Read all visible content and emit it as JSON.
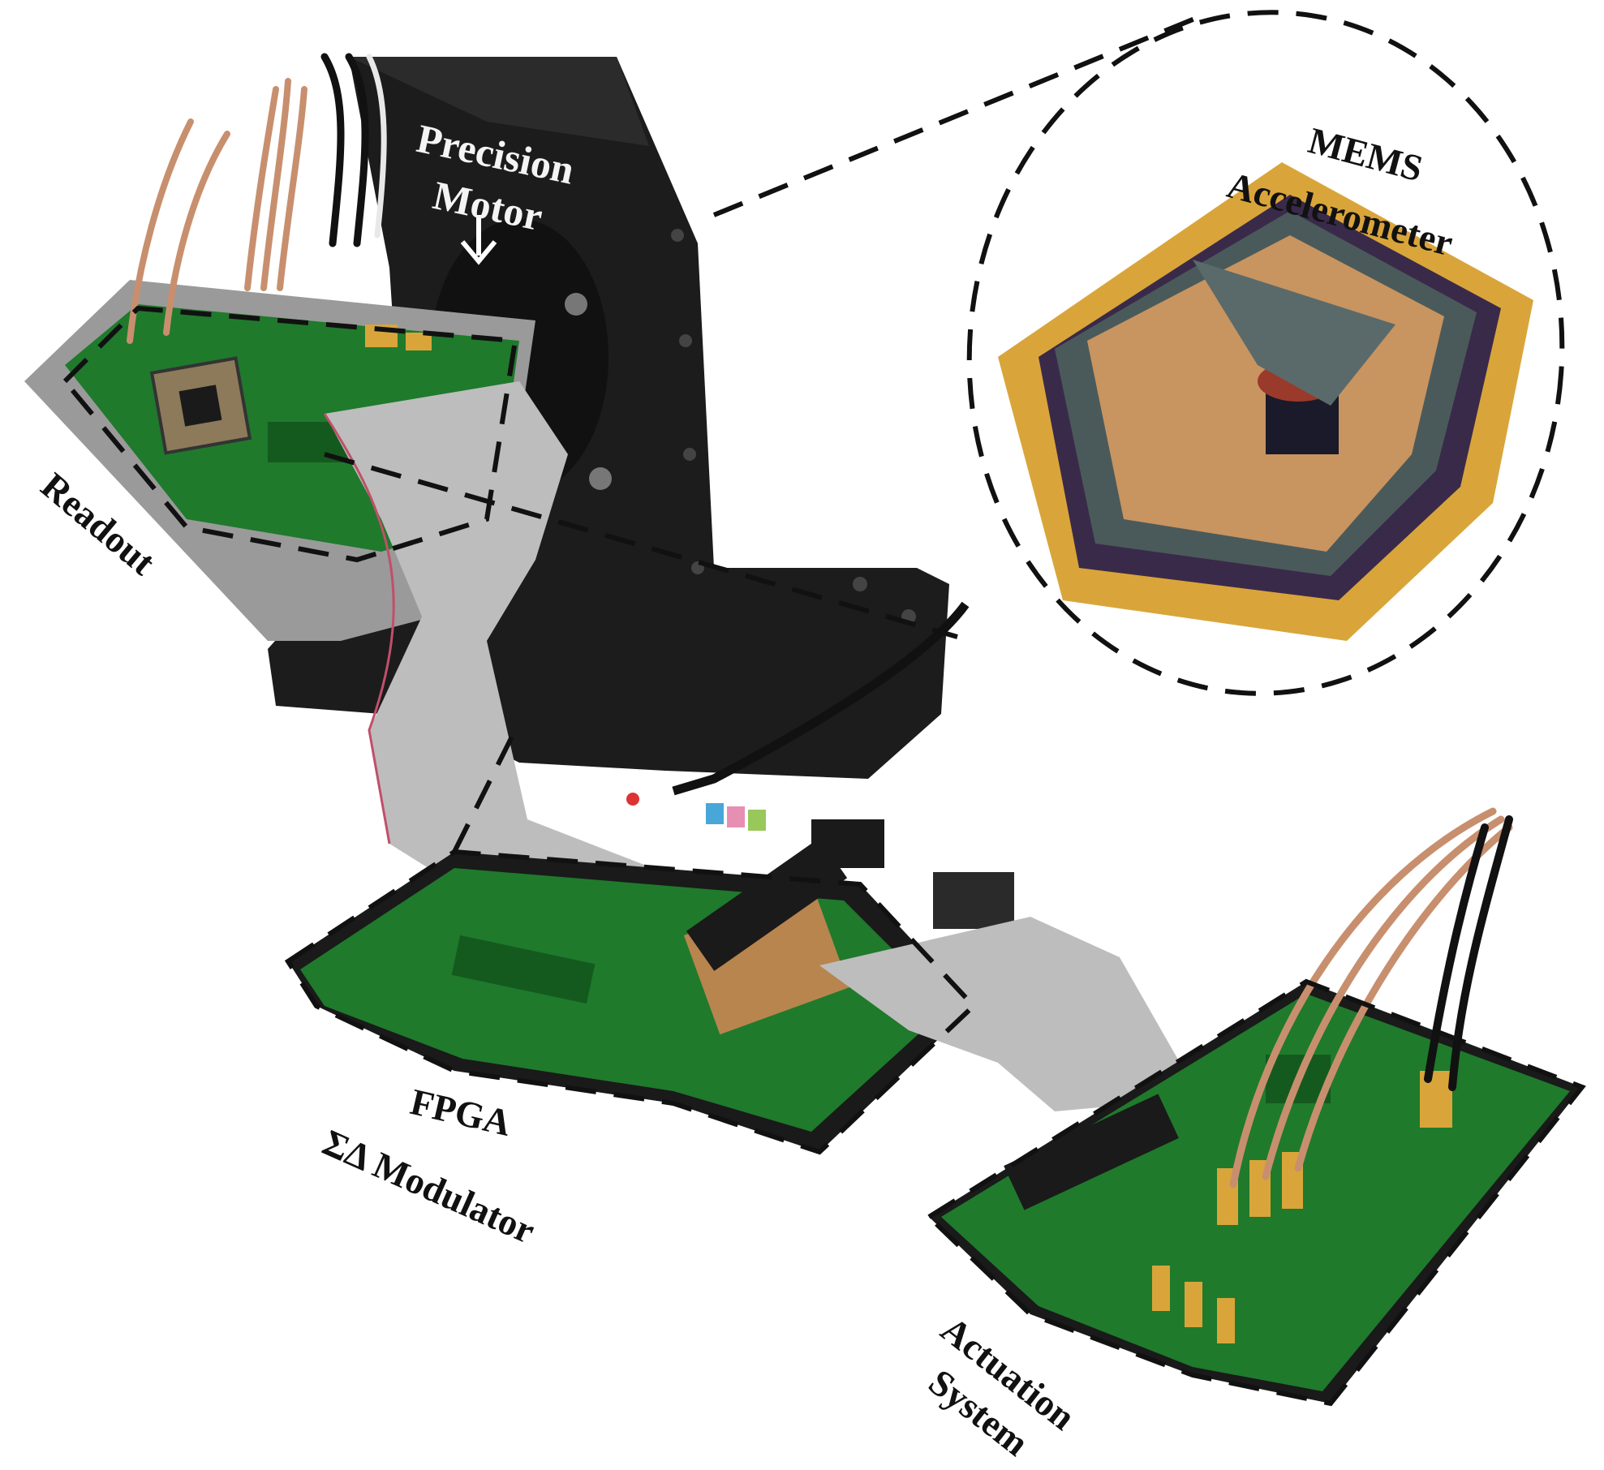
{
  "labels": {
    "precision": "Precision",
    "motor": "Motor",
    "mems": "MEMS",
    "accelerometer": "Accelerometer",
    "readout": "Readout",
    "fpga": "FPGA",
    "modulator": "ΣΔ Modulator",
    "actuation": "Actuation",
    "system": "System"
  },
  "colors": {
    "pcb": "#1f7a2c",
    "pcb_dark": "#145a1e",
    "mount": "#1c1c1c",
    "cable": "#bdbdbd",
    "gold": "#d9a53a",
    "tray": "#9a9a9a",
    "coax": "#c88f6e"
  }
}
